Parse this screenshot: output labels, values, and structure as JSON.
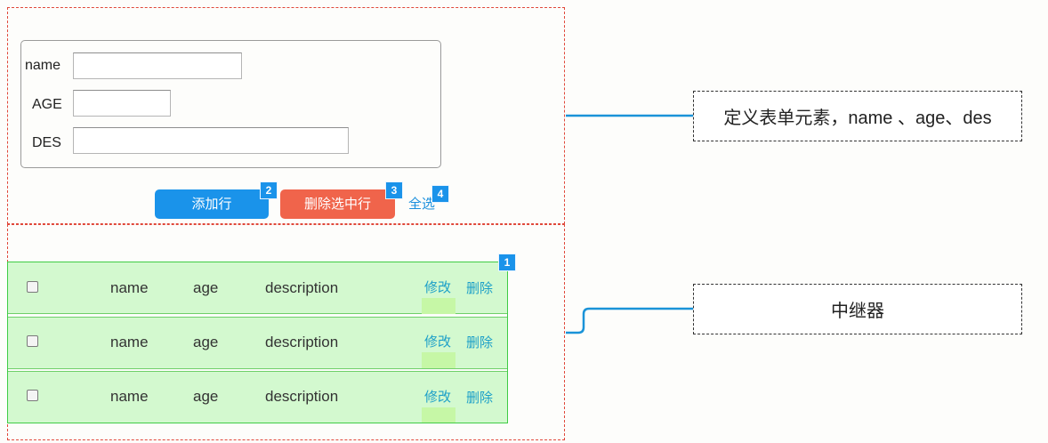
{
  "form": {
    "name_label": "name",
    "age_label": "AGE",
    "des_label": "DES",
    "name_value": "",
    "age_value": "",
    "des_value": ""
  },
  "buttons": {
    "add_row": "添加行",
    "delete_selected": "删除选中行",
    "select_all": "全选"
  },
  "badges": [
    "1",
    "2",
    "3",
    "4"
  ],
  "repeater": {
    "rows": [
      {
        "name": "name",
        "age": "age",
        "description": "description",
        "edit": "修改",
        "delete": "删除",
        "checked": false
      },
      {
        "name": "name",
        "age": "age",
        "description": "description",
        "edit": "修改",
        "delete": "删除",
        "checked": false
      },
      {
        "name": "name",
        "age": "age",
        "description": "description",
        "edit": "修改",
        "delete": "删除",
        "checked": false
      }
    ]
  },
  "annotations": {
    "form_note": "定义表单元素，name 、age、des",
    "repeater_note": "中继器"
  },
  "colors": {
    "accent_blue": "#1a93ea",
    "danger_red": "#f0644b",
    "row_green": "#d3f9cf",
    "panel_border_red": "#e0483a",
    "connector": "#1a93d8"
  }
}
